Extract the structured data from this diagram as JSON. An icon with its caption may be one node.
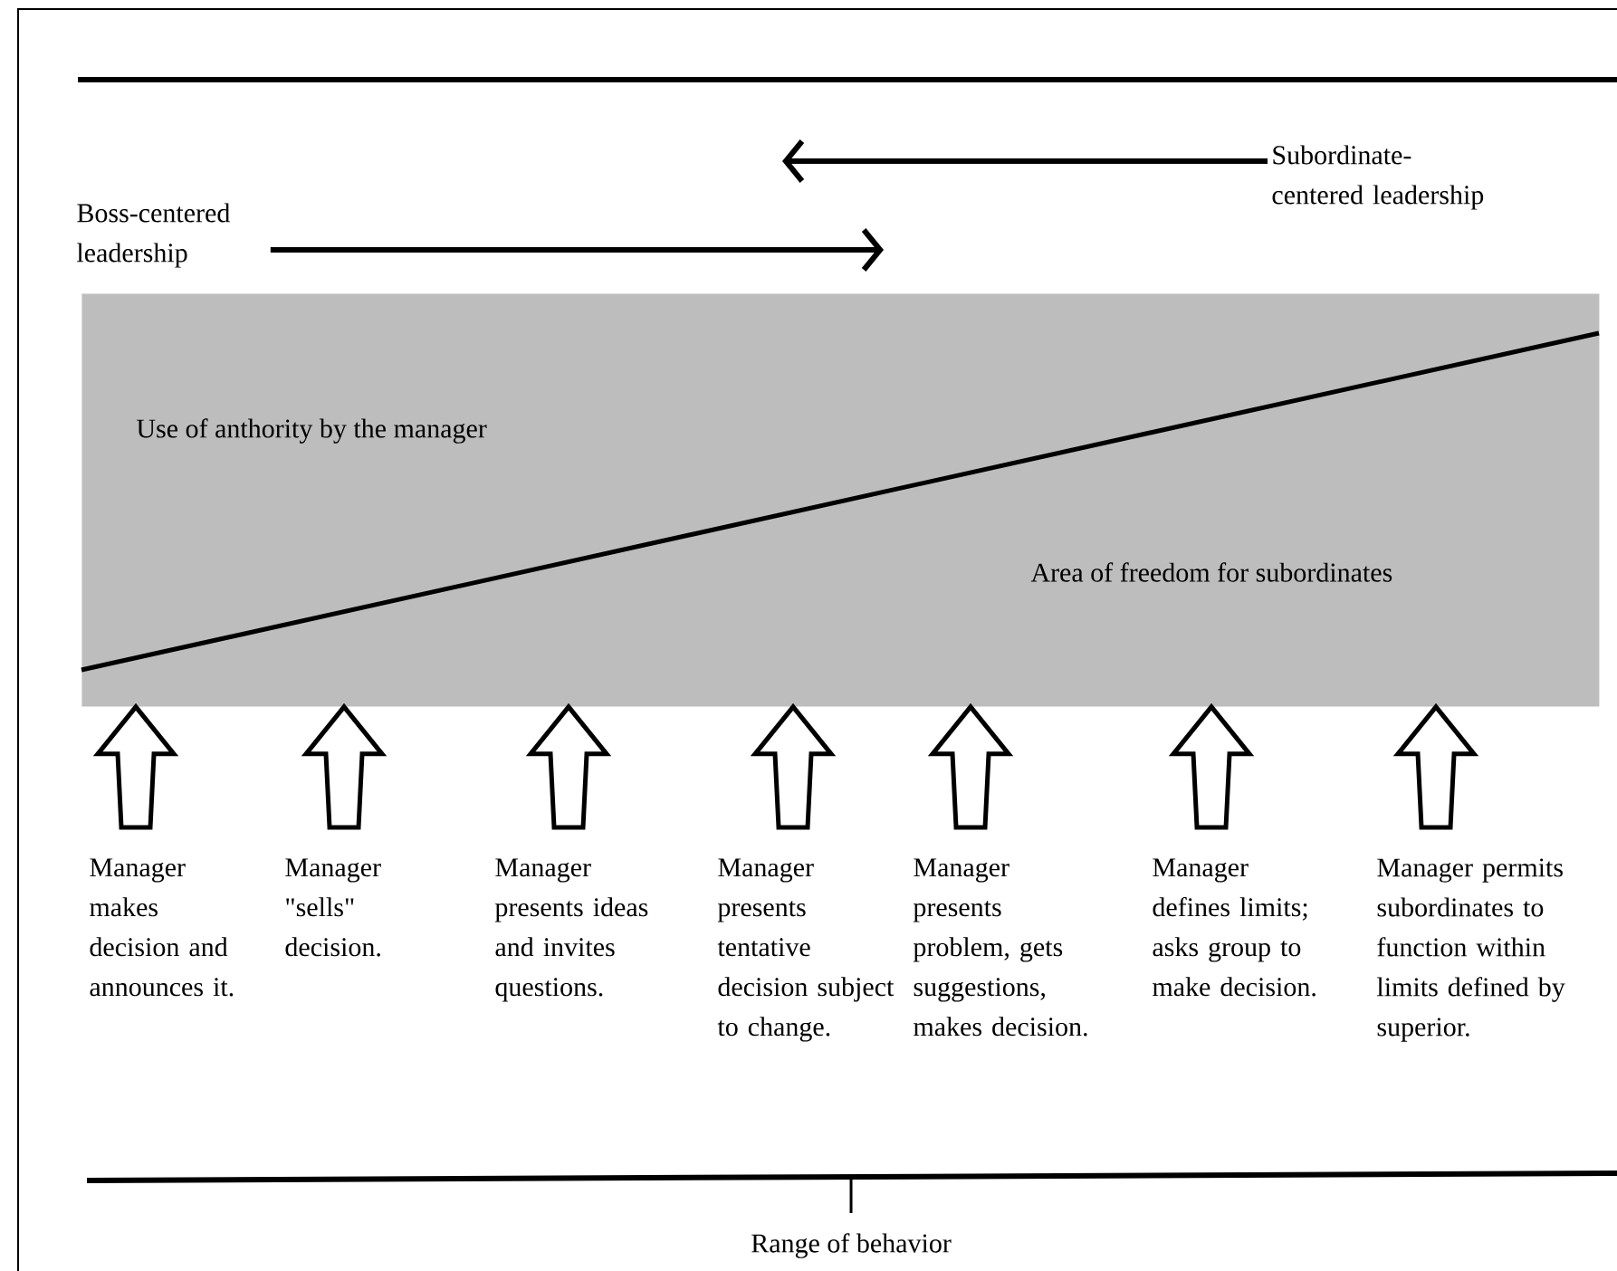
{
  "diagram": {
    "nodes": [
      {
        "text": [
          "Subordinate-centered leadership"
        ]
      },
      {
        "text": [
          "Boss-centered leadership"
        ]
      },
      {
        "text": [
          "Use of anthority by the manager",
          "Area of freedom for subordinates"
        ]
      },
      {
        "text": [
          "Manager makes decision and announces it."
        ]
      },
      {
        "text": [
          "Manager \"sells\" decision."
        ]
      },
      {
        "text": [
          "Manager presents ideas and invites questions."
        ]
      },
      {
        "text": [
          "Manager presents tentative decision subject to change."
        ]
      },
      {
        "text": [
          "Manager presents problem, gets suggestions, makes decision."
        ]
      },
      {
        "text": [
          "Manager defines limits; asks group to make decision."
        ]
      },
      {
        "text": [
          "Manager permits subordinates to function within limits defined by superior."
        ]
      }
    ],
    "edges": [
      {
        "from": 0,
        "to": null,
        "arrow": "to"
      },
      {
        "from": 1,
        "to": null,
        "arrow": "to"
      },
      {
        "from": 3,
        "to": 2,
        "arrow": "to"
      },
      {
        "from": 4,
        "to": 2,
        "arrow": "to"
      },
      {
        "from": 5,
        "to": 2,
        "arrow": "to"
      },
      {
        "from": 6,
        "to": 2,
        "arrow": "to"
      },
      {
        "from": 7,
        "to": 2,
        "arrow": "to"
      },
      {
        "from": 8,
        "to": 2,
        "arrow": "to"
      },
      {
        "from": 9,
        "to": 2,
        "arrow": "to"
      }
    ],
    "labels": [
      "Range of behavior"
    ]
  }
}
